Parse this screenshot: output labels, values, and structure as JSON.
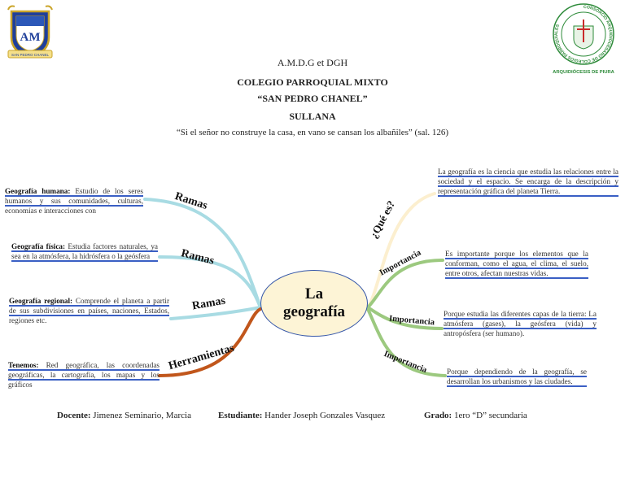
{
  "header": {
    "line1": "A.M.D.G et DGH",
    "line2": "COLEGIO PARROQUIAL MIXTO",
    "line3": "“SAN PEDRO CHANEL”",
    "line4": "SULLANA",
    "quote": "“Si el señor no construye la casa, en vano se cansan los albañiles” (sal. 126)"
  },
  "logos": {
    "left_banner": "SAN PEDRO CHANEL",
    "left_monogram": "AM",
    "right_ring": "CONSORCIO ARQUIDIOCESANO DE COLEGIOS PARROQUIALES",
    "right_caption": "ARQUIDIÓCESIS DE PIURA"
  },
  "center": {
    "line1": "La",
    "line2": "geografía"
  },
  "branches": {
    "ramas1": "Ramas",
    "ramas2": "Ramas",
    "ramas3": "Ramas",
    "herramientas": "Herramientas",
    "que_es": "¿Qué es?",
    "importancia1": "Importancia",
    "importancia2": "Importancia",
    "importancia3": "Importancia"
  },
  "left_boxes": {
    "humana_label": "Geografía humana:",
    "humana_text": "Estudio de los seres humanos y sus comunidades, culturas, economías e interacciones con",
    "fisica_label": "Geografía física:",
    "fisica_text": "Estudia factores naturales, ya sea en la atmósfera, la hidrósfera o la geósfera",
    "regional_label": "Geografía regional:",
    "regional_text": "Comprende el planeta a partir de sus subdivisiones en países, naciones, Estados, regiones etc.",
    "tenemos_label": "Tenemos:",
    "tenemos_text": "Red geográfica, las coordenadas geográficas, la cartografía, los mapas y los gráficos"
  },
  "right_boxes": {
    "definicion": "La geografía es la ciencia que estudia las relaciones entre la sociedad y el espacio. Se encarga de la descripción y representación gráfica del planeta Tierra.",
    "imp1": "Es importante porque los elementos que la conforman, como el agua, el clima, el suelo, entre otros, afectan nuestras vidas.",
    "imp2": "Porque estudia las diferentes capas de la tierra: La atmósfera (gases), la geósfera (vida) y antropósfera (ser humano).",
    "imp3": "Porque dependiendo de la geografía, se desarrollan los urbanismos y las ciudades."
  },
  "footer": {
    "docente_label": "Docente:",
    "docente": "Jimenez Seminario, Marcia",
    "estudiante_label": "Estudiante:",
    "estudiante": "Hander Joseph Gonzales Vasquez",
    "grado_label": "Grado:",
    "grado": "1ero “D” secundaria"
  },
  "colors": {
    "ramas": "#a8dbe3",
    "herramientas": "#c1561b",
    "que_es": "#fcefcf",
    "importancia": "#9cc97f",
    "underline": "#3a5fc4",
    "center_fill": "#fdf4d6",
    "center_border": "#3556a8"
  }
}
